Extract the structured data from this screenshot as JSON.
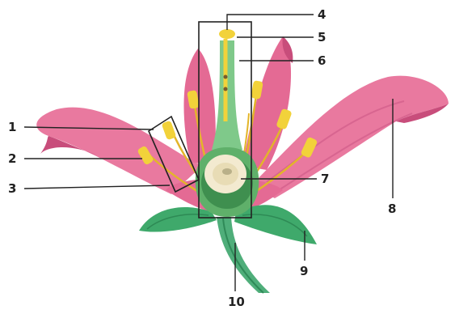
{
  "labels": [
    {
      "id": "1",
      "text": "1"
    },
    {
      "id": "2",
      "text": "2"
    },
    {
      "id": "3",
      "text": "3"
    },
    {
      "id": "4",
      "text": "4"
    },
    {
      "id": "5",
      "text": "5"
    },
    {
      "id": "6",
      "text": "6"
    },
    {
      "id": "7",
      "text": "7"
    },
    {
      "id": "8",
      "text": "8"
    },
    {
      "id": "9",
      "text": "9"
    },
    {
      "id": "10",
      "text": "10"
    }
  ],
  "colors": {
    "petal": "#e9799f",
    "petal_dark": "#c84d7b",
    "sepal": "#3fa96b",
    "stem": "#4fae7a",
    "pistil": "#7fc98a",
    "anther": "#f2d23a",
    "ovule": "#f3ead0"
  }
}
